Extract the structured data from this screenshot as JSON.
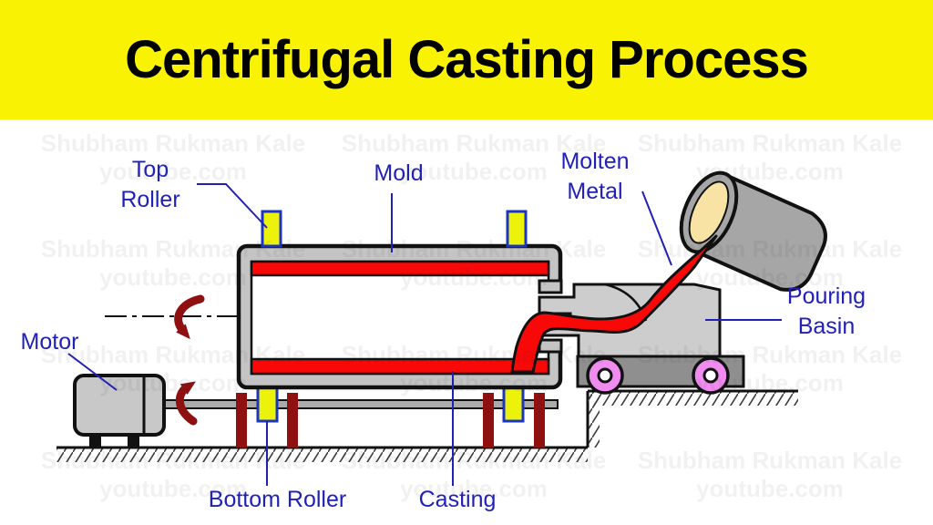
{
  "title": "Centrifugal Casting Process",
  "banner": {
    "background": "#F9F303",
    "text_color": "#000000"
  },
  "watermark": {
    "line1": "Shubham Rukman Kale",
    "line2": "youtube.com"
  },
  "labels": {
    "top_roller": {
      "line1": "Top",
      "line2": "Roller"
    },
    "mold": {
      "text": "Mold"
    },
    "molten_metal": {
      "line1": "Molten",
      "line2": "Metal"
    },
    "pouring_basin": {
      "line1": "Pouring",
      "line2": "Basin"
    },
    "motor": {
      "text": "Motor"
    },
    "bottom_roller": {
      "text": "Bottom Roller"
    },
    "casting": {
      "text": "Casting"
    }
  },
  "colors": {
    "label_blue": "#2121B8",
    "molten_red": "#F90808",
    "maroon_dark_red": "#8E1010",
    "roller_yellow": "#EDF20B",
    "roller_outline_blue": "#1A35C4",
    "mold_gray": "#C4C4C4",
    "basin_gray": "#CDCDCD",
    "cart_gray": "#8F8F8F",
    "ladle_gray": "#A6A6A6",
    "ladle_inner_cream": "#F8E3A4",
    "wheel_violet": "#F08CF0",
    "outline_black": "#111111"
  }
}
